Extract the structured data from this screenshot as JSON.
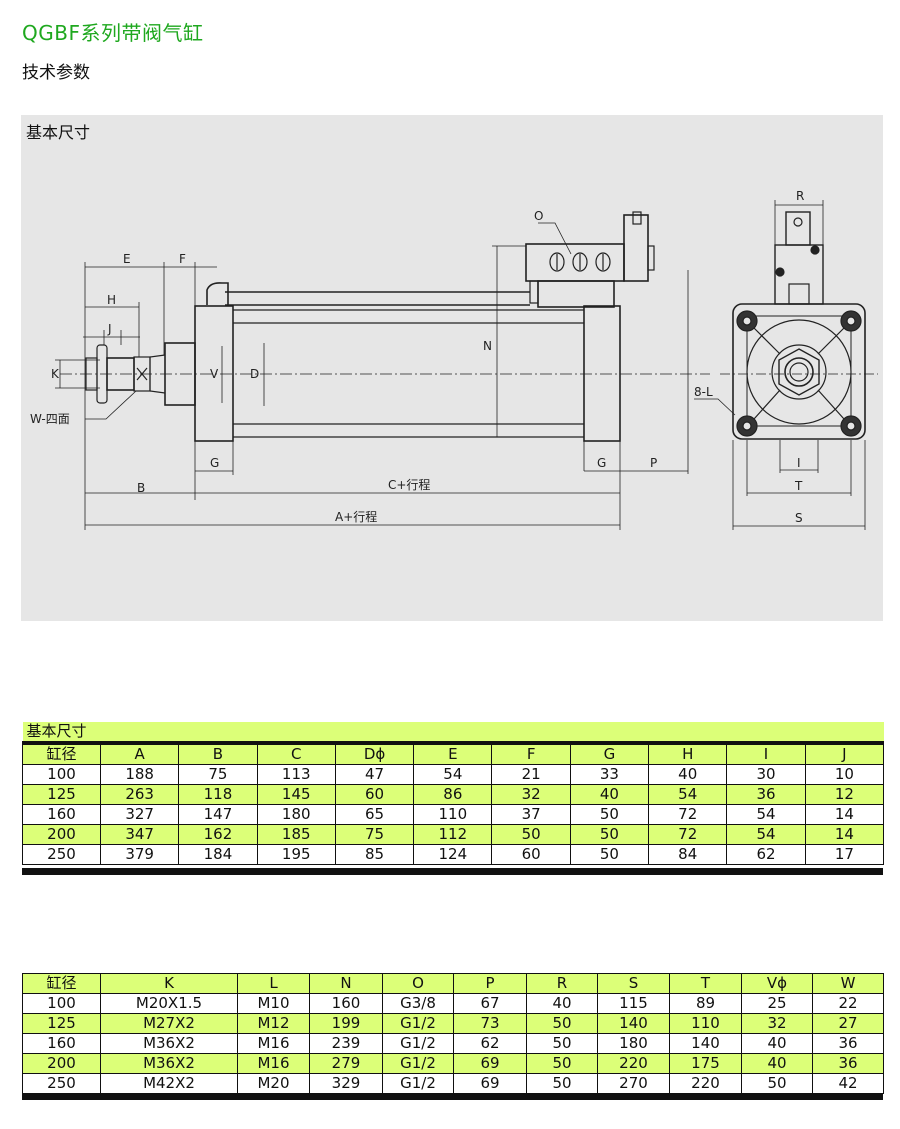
{
  "header": {
    "title": "QGBF系列带阀气缸",
    "subtitle": "技术参数"
  },
  "drawing": {
    "panel_label": "基本尺寸",
    "labels": {
      "E": "E",
      "F": "F",
      "H": "H",
      "J": "J",
      "K": "K",
      "V": "V",
      "D": "D",
      "N": "N",
      "O": "O",
      "W": "W-四面",
      "G1": "G",
      "G2": "G",
      "P": "P",
      "B": "B",
      "C": "C+行程",
      "A": "A+行程",
      "R": "R",
      "L": "8-L",
      "I": "I",
      "T": "T",
      "S": "S"
    }
  },
  "table1": {
    "caption": "基本尺寸",
    "headers": [
      "缸径",
      "A",
      "B",
      "C",
      "Dϕ",
      "E",
      "F",
      "G",
      "H",
      "I",
      "J"
    ],
    "rows": [
      [
        "100",
        "188",
        "75",
        "113",
        "47",
        "54",
        "21",
        "33",
        "40",
        "30",
        "10"
      ],
      [
        "125",
        "263",
        "118",
        "145",
        "60",
        "86",
        "32",
        "40",
        "54",
        "36",
        "12"
      ],
      [
        "160",
        "327",
        "147",
        "180",
        "65",
        "110",
        "37",
        "50",
        "72",
        "54",
        "14"
      ],
      [
        "200",
        "347",
        "162",
        "185",
        "75",
        "112",
        "50",
        "50",
        "72",
        "54",
        "14"
      ],
      [
        "250",
        "379",
        "184",
        "195",
        "85",
        "124",
        "60",
        "50",
        "84",
        "62",
        "17"
      ]
    ]
  },
  "table2": {
    "headers": [
      "缸径",
      "K",
      "L",
      "N",
      "O",
      "P",
      "R",
      "S",
      "T",
      "Vϕ",
      "W"
    ],
    "rows": [
      [
        "100",
        "M20X1.5",
        "M10",
        "160",
        "G3/8",
        "67",
        "40",
        "115",
        "89",
        "25",
        "22"
      ],
      [
        "125",
        "M27X2",
        "M12",
        "199",
        "G1/2",
        "73",
        "50",
        "140",
        "110",
        "32",
        "27"
      ],
      [
        "160",
        "M36X2",
        "M16",
        "239",
        "G1/2",
        "62",
        "50",
        "180",
        "140",
        "40",
        "36"
      ],
      [
        "200",
        "M36X2",
        "M16",
        "279",
        "G1/2",
        "69",
        "50",
        "220",
        "175",
        "40",
        "36"
      ],
      [
        "250",
        "M42X2",
        "M20",
        "329",
        "G1/2",
        "69",
        "50",
        "270",
        "220",
        "50",
        "42"
      ]
    ]
  },
  "colors": {
    "title": "#1fa81f",
    "row_highlight": "#dcff78",
    "panel_bg": "#e6e6e6"
  }
}
